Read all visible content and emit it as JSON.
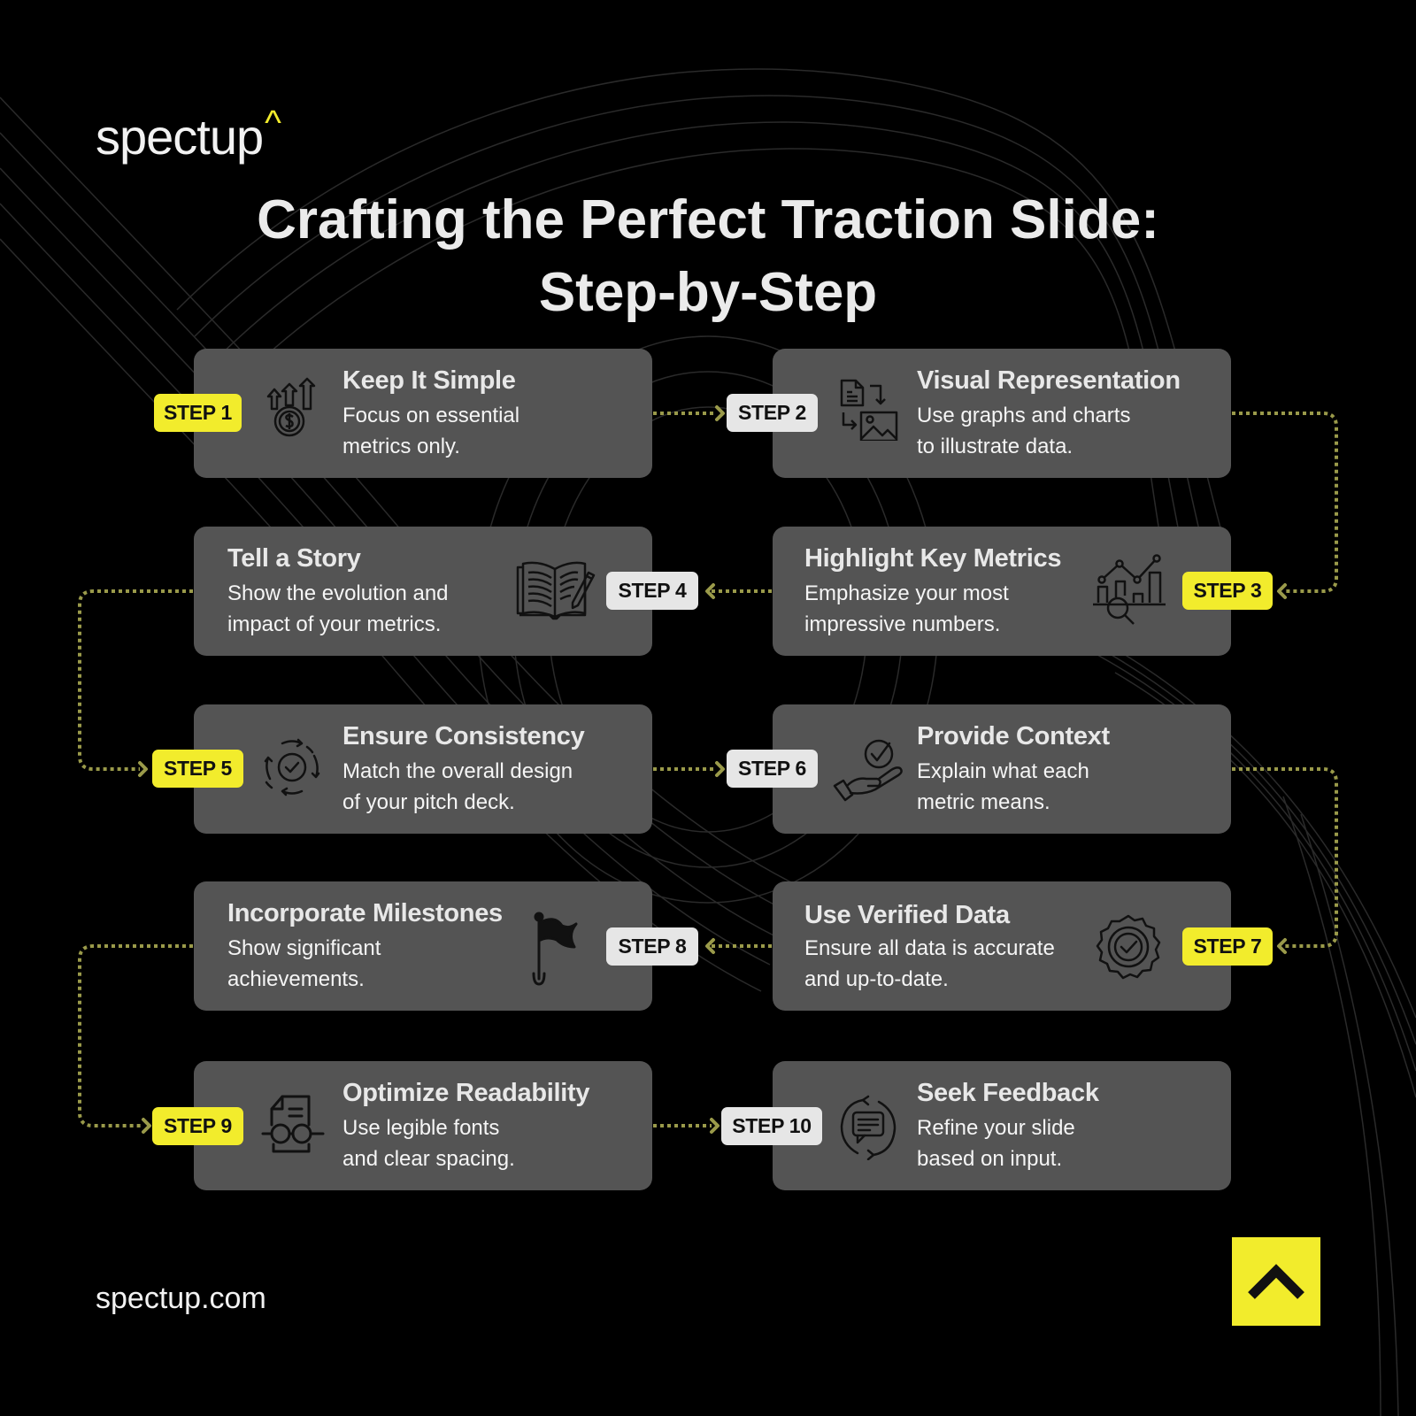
{
  "brand": {
    "name": "spectup",
    "caret": "^",
    "accent_color": "#f2ec2c"
  },
  "title": {
    "line1": "Crafting the Perfect Traction Slide:",
    "line2": "Step-by-Step"
  },
  "steps": [
    {
      "badge": "STEP 1",
      "badge_style": "yellow",
      "title": "Keep It Simple",
      "desc1": "Focus on essential",
      "desc2": "metrics only.",
      "icon": "money-growth-icon"
    },
    {
      "badge": "STEP 2",
      "badge_style": "white",
      "title": "Visual Representation",
      "desc1": "Use graphs and charts",
      "desc2": "to illustrate data.",
      "icon": "document-to-image-icon"
    },
    {
      "badge": "STEP 3",
      "badge_style": "yellow",
      "title": "Highlight Key Metrics",
      "desc1": "Emphasize your most",
      "desc2": "impressive numbers.",
      "icon": "chart-magnifier-icon"
    },
    {
      "badge": "STEP 4",
      "badge_style": "white",
      "title": "Tell a Story",
      "desc1": "Show the evolution and",
      "desc2": "impact of your metrics.",
      "icon": "open-book-pencil-icon"
    },
    {
      "badge": "STEP 5",
      "badge_style": "yellow",
      "title": "Ensure Consistency",
      "desc1": "Match the overall design",
      "desc2": "of your pitch deck.",
      "icon": "cycle-check-icon"
    },
    {
      "badge": "STEP 6",
      "badge_style": "white",
      "title": "Provide Context",
      "desc1": "Explain what each",
      "desc2": "metric means.",
      "icon": "hand-check-icon"
    },
    {
      "badge": "STEP 7",
      "badge_style": "yellow",
      "title": "Use Verified Data",
      "desc1": "Ensure all data is accurate",
      "desc2": "and up-to-date.",
      "icon": "verified-badge-icon"
    },
    {
      "badge": "STEP 8",
      "badge_style": "white",
      "title": "Incorporate Milestones",
      "desc1": "Show significant",
      "desc2": "achievements.",
      "icon": "flag-icon"
    },
    {
      "badge": "STEP 9",
      "badge_style": "yellow",
      "title": "Optimize Readability",
      "desc1": "Use legible fonts",
      "desc2": "and clear spacing.",
      "icon": "document-glasses-icon"
    },
    {
      "badge": "STEP 10",
      "badge_style": "white",
      "title": "Seek Feedback",
      "desc1": "Refine your slide",
      "desc2": "based on input.",
      "icon": "feedback-chat-icon"
    }
  ],
  "footer": {
    "url": "spectup.com",
    "top_button": "scroll-to-top"
  },
  "colors": {
    "background": "#000000",
    "card": "#545454",
    "connector": "#9a9a4a",
    "badge_yellow": "#f2ec2c",
    "badge_white": "#e6e6e6"
  }
}
